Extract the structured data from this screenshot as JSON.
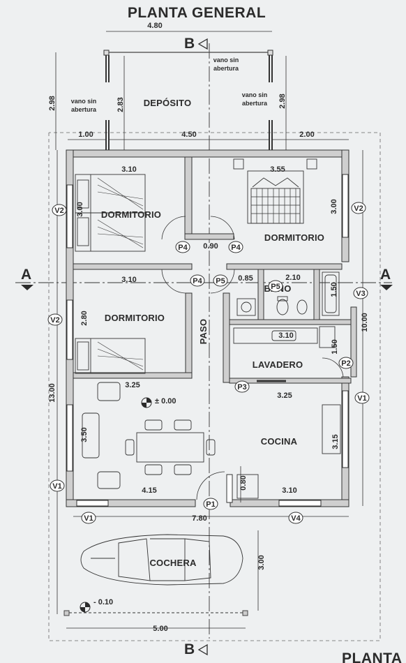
{
  "title": "PLANTA GENERAL",
  "footer_text": "PLANTA",
  "section_marks": {
    "b_top": "B",
    "b_bottom": "B",
    "a_left": "A",
    "a_right": "A"
  },
  "rooms": {
    "deposito": "DEPÓSITO",
    "dormitorio_1": "DORMITORIO",
    "dormitorio_2": "DORMITORIO",
    "dormitorio_3": "DORMITORIO",
    "bano": "BAÑO",
    "paso": "PASO",
    "lavadero": "LAVADERO",
    "cocina": "COCINA",
    "cochera": "COCHERA"
  },
  "openings": {
    "vano_left": [
      "vano sin",
      "abertura"
    ],
    "vano_top": [
      "vano sin",
      "abertura"
    ],
    "vano_right": [
      "vano sin",
      "abertura"
    ]
  },
  "dimensions": {
    "top_width": "4.80",
    "left_height": "2.98",
    "deposito_height": "2.83",
    "right_height": "2.98",
    "left_offset": "1.00",
    "center_offset": "4.50",
    "right_offset": "2.00",
    "dorm1_width": "3.10",
    "dorm1_depth": "3.00",
    "dorm2_width": "3.55",
    "dorm2_depth": "3.00",
    "door_width": "0.90",
    "hall_width": "3.10",
    "step_width": "0.85",
    "bath_width": "2.10",
    "bath_depth": "1.50",
    "dorm3_depth": "2.80",
    "laundry_width": "3.10",
    "laundry_depth": "1.50",
    "level_main": "± 0.00",
    "living_width": "3.25",
    "kitchen_width": "3.25",
    "living_depth": "3.50",
    "kitchen_depth": "3.15",
    "overall_height": "13.00",
    "right_height_total": "10.00",
    "living_bottom": "4.15",
    "window_height": "0.80",
    "kitchen_bottom": "3.10",
    "overall_width": "7.80",
    "garage_depth": "3.00",
    "level_garage": "- 0.10",
    "garage_width": "5.00"
  },
  "tags": {
    "p1": "P1",
    "p2": "P2",
    "p3": "P3",
    "p4a": "P4",
    "p4b": "P4",
    "p4c": "P4",
    "p5a": "P5",
    "p5b": "P5",
    "v1a": "V1",
    "v1b": "V1",
    "v1c": "V1",
    "v2a": "V2",
    "v2b": "V2",
    "v2c": "V2",
    "v3": "V3",
    "v4": "V4"
  }
}
